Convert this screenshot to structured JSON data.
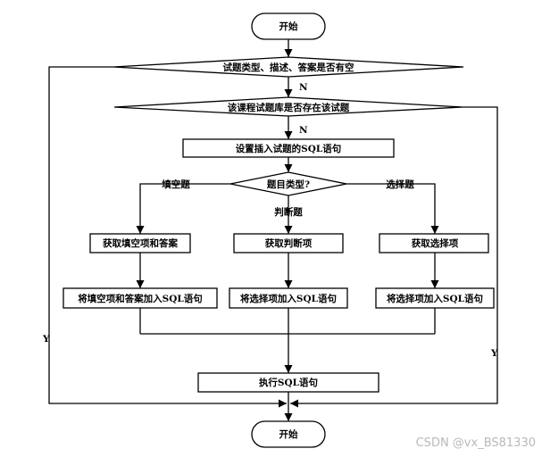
{
  "flowchart": {
    "start": "开始",
    "check_empty": "试题类型、描述、答案是否有空",
    "check_exists": "该课程试题库是否存在该试题",
    "set_sql": "设置插入试题的SQL语句",
    "type_decision": "题目类型?",
    "branch_fill": "填空题",
    "branch_judge": "判断题",
    "branch_choice": "选择题",
    "get_fill": "获取填空项和答案",
    "get_judge": "获取判断项",
    "get_choice": "获取选择项",
    "add_fill": "将填空项和答案加入SQL语句",
    "add_judge": "将选择项加入SQL语句",
    "add_choice": "将选择项加入SQL语句",
    "exec_sql": "执行SQL语句",
    "end": "开始",
    "no_label_1": "N",
    "no_label_2": "N",
    "yes_left": "Y",
    "yes_right": "Y"
  },
  "watermark": "CSDN @vx_BS81330"
}
